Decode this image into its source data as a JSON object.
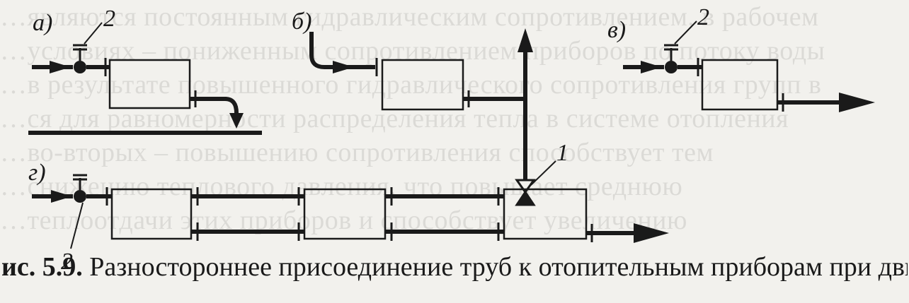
{
  "diagram": {
    "panels": {
      "a": {
        "label": "а)",
        "callout": "2"
      },
      "b": {
        "label": "б)",
        "callout": "1"
      },
      "v": {
        "label": "в)",
        "callout": "2"
      },
      "g": {
        "label": "г)",
        "callout": "2"
      }
    }
  },
  "background_text": [
    "…являются постоянным гидравлическим сопротивлением, в рабочем",
    "…условиях – пониженным сопротивлением приборов по потоку воды",
    "…в результате повышенного гидравлического сопротивления групп в",
    "…ся для равномерности распределения тепла в системе отопления",
    "…во-вторых – повышению сопротивления способствует тем",
    "…снижению теплового давления, что повышает среднюю",
    "…теплоотдачи этих приборов и способствует увеличению"
  ],
  "caption": {
    "number": "ис. 5.9.",
    "text": " Разностороннее присоединение труб к отопительным приборам при движ",
    "line2": "…                                                   …"
  },
  "colors": {
    "ink": "#1a1a1a",
    "paper": "#f2f1ed"
  }
}
